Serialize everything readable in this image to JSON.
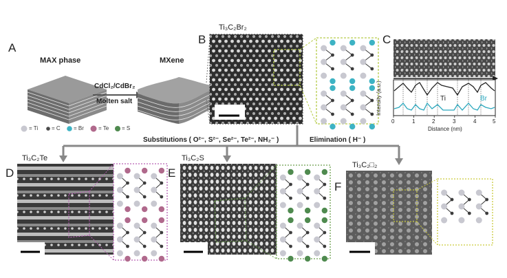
{
  "panels": {
    "a": "A",
    "b": "B",
    "c": "C",
    "d": "D",
    "e": "E",
    "f": "F"
  },
  "panel_a": {
    "max_phase": "MAX phase",
    "mxene": "MXene",
    "reagent": "CdCl₂/CdBr₂",
    "condition": "Molten salt",
    "legend": [
      {
        "label": "= Ti",
        "color": "#c8c8d0"
      },
      {
        "label": "= C",
        "color": "#4a4a4a"
      },
      {
        "label": "= Br",
        "color": "#3db3c4"
      },
      {
        "label": "= Te",
        "color": "#b0698c"
      },
      {
        "label": "= S",
        "color": "#4f8a4f"
      }
    ]
  },
  "panel_b": {
    "title": "Ti₃C₂Br₂"
  },
  "panel_c": {
    "ylabel": "Intensity (a.u.)",
    "xlabel": "Distance (nm)",
    "ticks": [
      "0",
      "1",
      "2",
      "3",
      "4",
      "5"
    ],
    "ti_label": "Ti",
    "br_label": "Br",
    "ti_color": "#222222",
    "br_color": "#2aa7bd"
  },
  "arrows": {
    "substitutions": "Substitutions ( O²⁻, S²⁻, Se²⁻, Te²⁻, NH₂⁻ )",
    "elimination": "Elimination ( H⁻ )"
  },
  "panel_d": {
    "title": "Ti₃C₂Te",
    "frame_color": "#b65fb3"
  },
  "panel_e": {
    "title": "Ti₃C₂S",
    "frame_color": "#6a9e4c"
  },
  "panel_f": {
    "title": "Ti₃C₂□₂",
    "frame_color": "#c9c93a"
  }
}
